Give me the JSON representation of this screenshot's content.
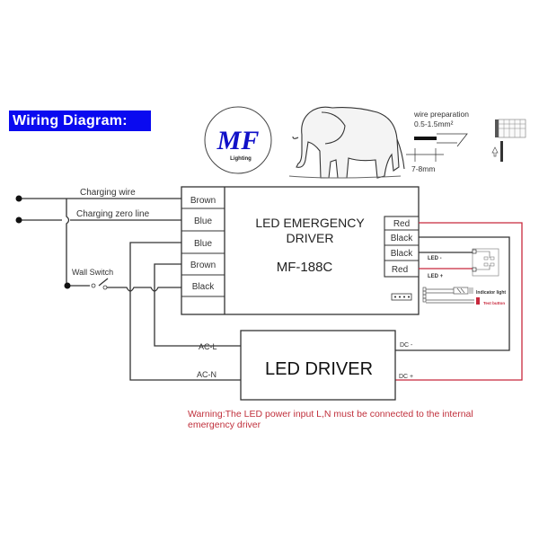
{
  "title": "Wiring Diagram:",
  "logo": {
    "letters": "MF",
    "subtitle": "Lighting",
    "color": "#1010c8"
  },
  "wire_prep": {
    "label": "wire preparation",
    "gauge": "0.5-1.5mm²",
    "strip_length": "7-8mm"
  },
  "inputs": [
    {
      "label": "Charging wire"
    },
    {
      "label": "Charging zero line"
    }
  ],
  "wall_switch": "Wall Switch",
  "emergency_driver": {
    "title_line1": "LED EMERGENCY",
    "title_line2": "DRIVER",
    "model": "MF-188C",
    "left_terminals": [
      "Brown",
      "Blue",
      "Blue",
      "Brown",
      "Black"
    ],
    "right_terminals": [
      "Red",
      "Black",
      "Black",
      "Red"
    ]
  },
  "led_module": {
    "minus": "LED -",
    "plus": "LED +",
    "indicator": "Indicator light",
    "test_button": "Test button"
  },
  "led_driver": {
    "title": "LED DRIVER",
    "ac_l": "AC-L",
    "ac_n": "AC-N",
    "dc_minus": "DC -",
    "dc_plus": "DC +"
  },
  "warning": "Warning:The LED power input L,N must be connected to the internal emergency driver",
  "colors": {
    "title_bg": "#0a0af0",
    "red_wire": "#c8283c",
    "wire": "#333333",
    "warning": "#c0303c"
  }
}
